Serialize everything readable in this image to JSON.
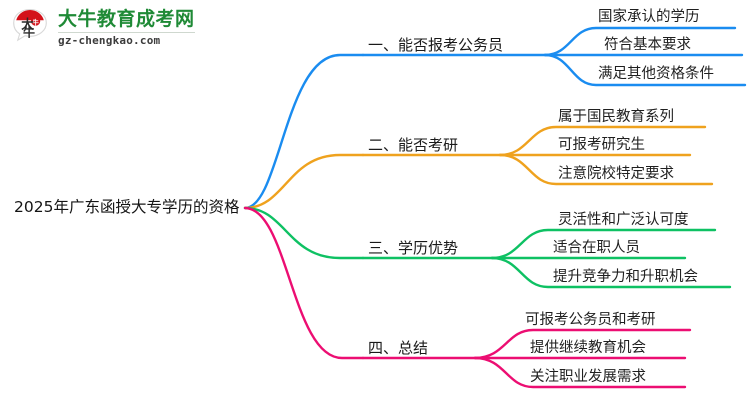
{
  "logo": {
    "mark_name": "daniu-speech-bubble-logo",
    "mark_text": "大牛",
    "brand_cn": "大牛教育成考网",
    "brand_url": "gz-chengkao.com",
    "brand_color": "#1f8a36",
    "accent_color": "#d3121a"
  },
  "mindmap": {
    "root": {
      "label": "2025年广东函授大专学历的资格"
    },
    "branches": [
      {
        "label": "一、能否报考公务员",
        "color": "#1a8cf0",
        "children": [
          {
            "label": "国家承认的学历"
          },
          {
            "label": "符合基本要求"
          },
          {
            "label": "满足其他资格条件"
          }
        ]
      },
      {
        "label": "二、能否考研",
        "color": "#efa21e",
        "children": [
          {
            "label": "属于国民教育系列"
          },
          {
            "label": "可报考研究生"
          },
          {
            "label": "注意院校特定要求"
          }
        ]
      },
      {
        "label": "三、学历优势",
        "color": "#0ec163",
        "children": [
          {
            "label": "灵活性和广泛认可度"
          },
          {
            "label": "适合在职人员"
          },
          {
            "label": "提升竞争力和升职机会"
          }
        ]
      },
      {
        "label": "四、总结",
        "color": "#ec0e72",
        "children": [
          {
            "label": "可报考公务员和考研"
          },
          {
            "label": "提供继续教育机会"
          },
          {
            "label": "关注职业发展需求"
          }
        ]
      }
    ]
  }
}
